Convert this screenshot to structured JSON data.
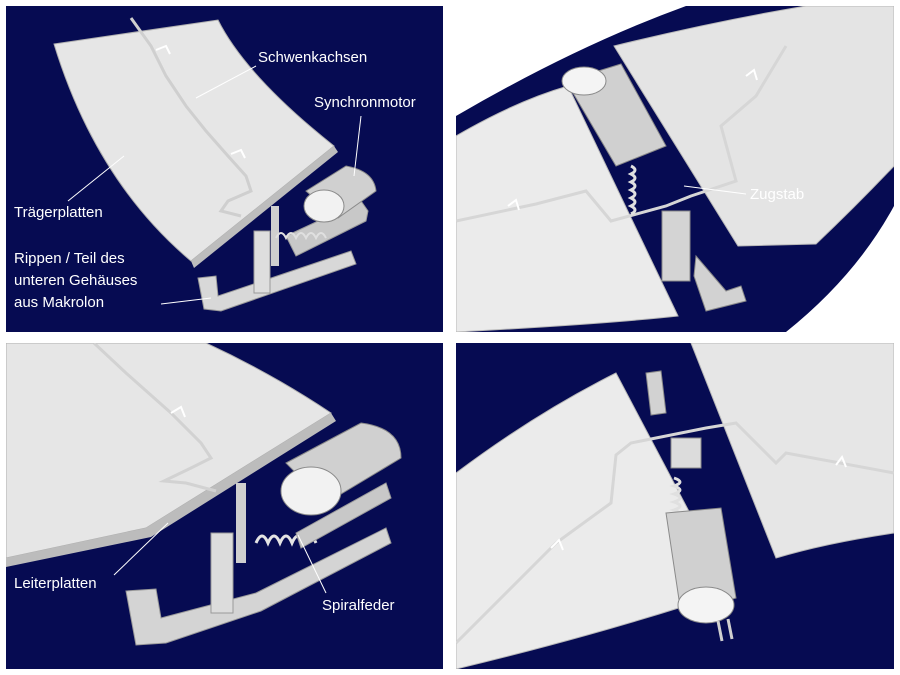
{
  "labels": {
    "schwenkachsen": "Schwenkachsen",
    "synchronmotor": "Synchronmotor",
    "traegerplatten": "Trägerplatten",
    "rippen_line1": "Rippen / Teil des",
    "rippen_line2": "unteren Gehäuses",
    "rippen_line3": "aus Makrolon",
    "zugstab": "Zugstab",
    "leiterplatten": "Leiterplatten",
    "spiralfeder": "Spiralfeder"
  },
  "colors": {
    "background": "#060b52",
    "plate": "#e8e8e8",
    "part": "#d9d9d9",
    "label": "#ffffff"
  }
}
